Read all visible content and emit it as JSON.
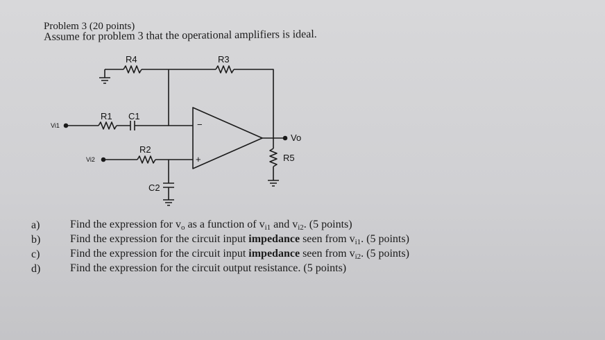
{
  "title": "Problem 3 (20 points)",
  "assumption": "Assume for problem 3 that the operational amplifiers is ideal.",
  "circuit": {
    "labels": {
      "r4": "R4",
      "r3": "R3",
      "r1": "R1",
      "c1": "C1",
      "r2": "R2",
      "r5": "R5",
      "c2": "C2",
      "vi1": "Vi1",
      "vi2": "Vi2",
      "vo": "Vo",
      "minus": "−",
      "plus": "+"
    }
  },
  "questions": [
    {
      "letter": "a)",
      "pre": "Find the expression for v",
      "sub1": "o",
      "mid": " as a function of v",
      "sub2": "i1",
      "mid2": " and v",
      "sub3": "i2",
      "post": ". (5 points)"
    },
    {
      "letter": "b)",
      "pre": "Find the expression for the circuit input ",
      "bold": "impedance",
      "mid": " seen from v",
      "sub": "i1",
      "post": ". (5 points)"
    },
    {
      "letter": "c)",
      "pre": "Find the expression for the circuit input ",
      "bold": "impedance",
      "mid": " seen from v",
      "sub": "i2",
      "post": ". (5 points)"
    },
    {
      "letter": "d)",
      "text": "Find the expression for the circuit output resistance. (5 points)"
    }
  ]
}
